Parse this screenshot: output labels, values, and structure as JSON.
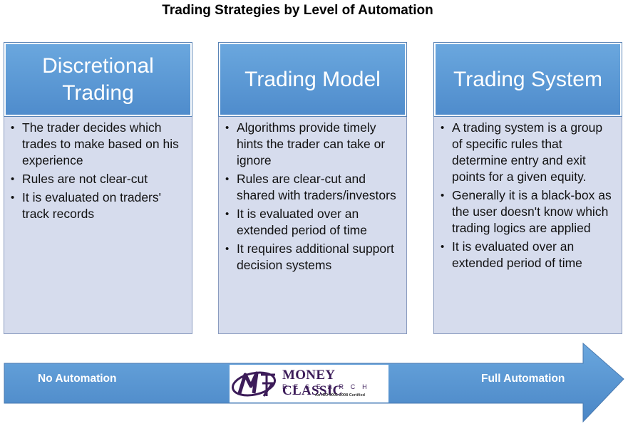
{
  "title": "Trading Strategies by Level of Automation",
  "cards": [
    {
      "heading": "Discretional Trading",
      "points": [
        "The trader decides which trades to make based on his experience",
        "Rules are not clear-cut",
        "It is evaluated on traders' track records"
      ]
    },
    {
      "heading": "Trading Model",
      "points": [
        "Algorithms provide timely hints the trader can take or ignore",
        "Rules are clear-cut and shared with traders/investors",
        "It is evaluated over an extended period of time",
        "It requires additional support decision systems"
      ]
    },
    {
      "heading": "Trading System",
      "points": [
        "A trading system is a group of specific rules that determine entry and exit points for a given equity.",
        " Generally it is a black-box as the user doesn't know which trading logics are applied",
        " It is evaluated over an extended period of time"
      ]
    }
  ],
  "arrow": {
    "left_label": "No Automation",
    "right_label": "Full Automation"
  },
  "logo": {
    "brand": "MONEY CLASSIC",
    "sub": "RESEARCH",
    "cert": "An ISO 9001:2008 Certified"
  },
  "colors": {
    "header_blue": "#5b9bd5",
    "card_body": "#d6dced",
    "arrow_blue": "#5b9bd5",
    "logo_purple": "#3c1c59"
  }
}
